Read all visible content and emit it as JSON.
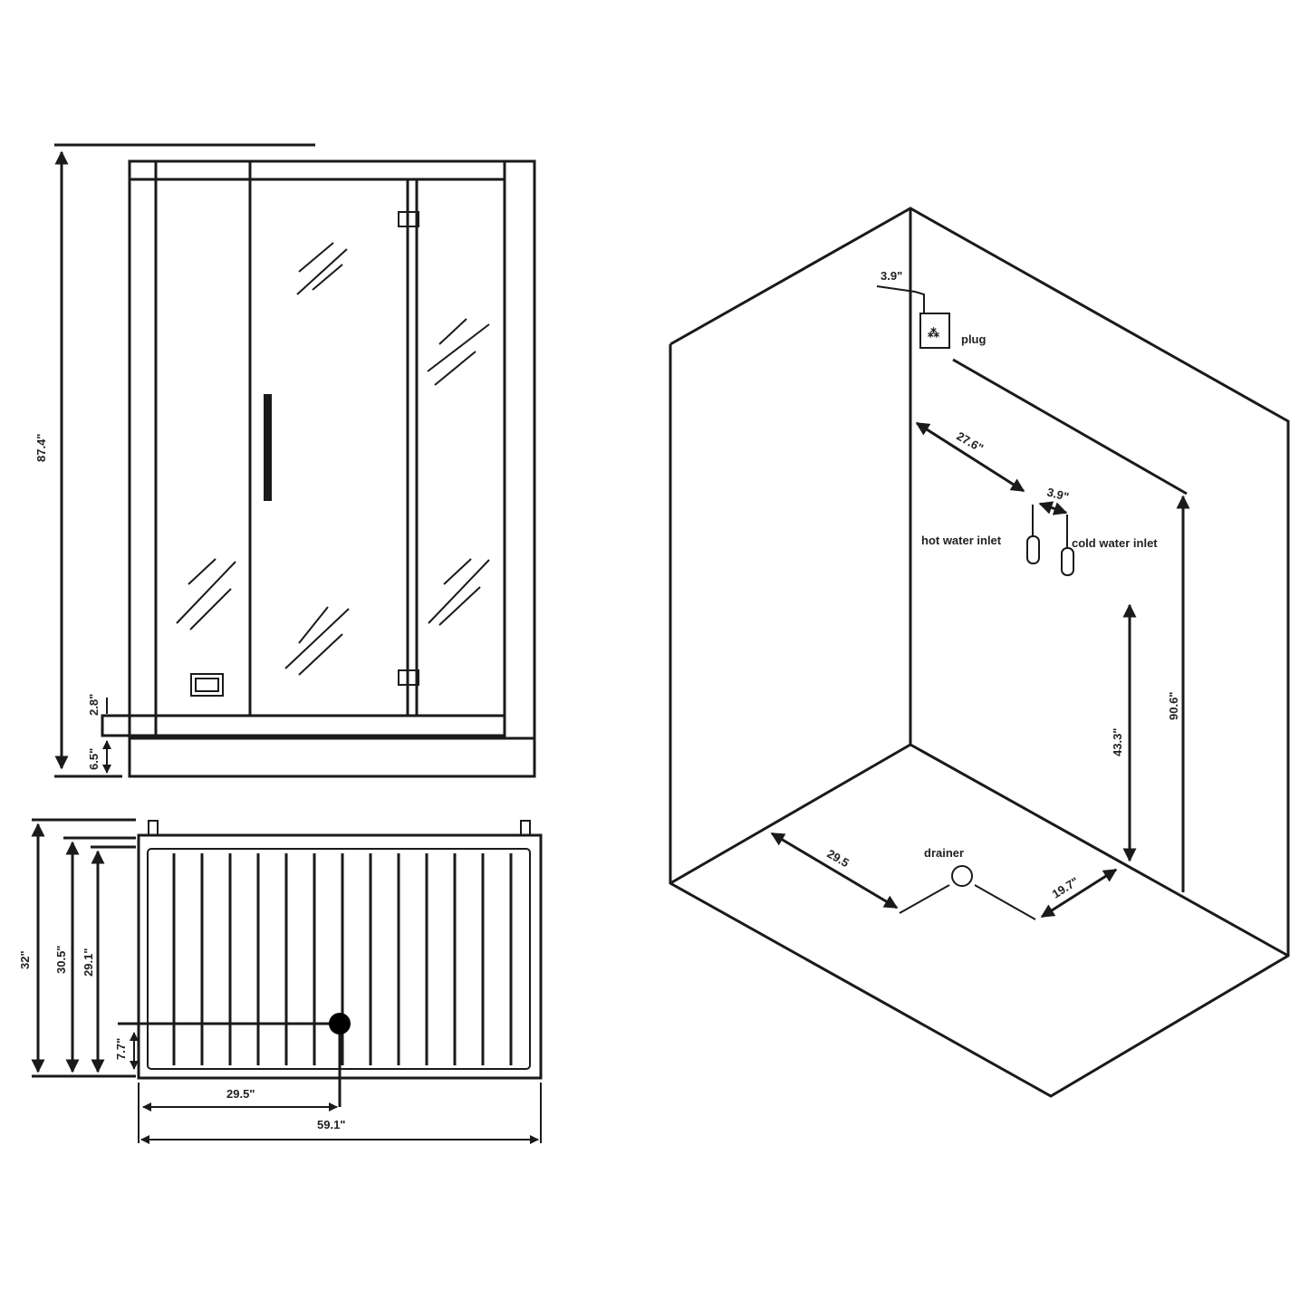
{
  "front_view": {
    "height": "87.4\"",
    "threshold_height": "2.8\"",
    "base_height": "6.5\""
  },
  "top_view": {
    "depth": "32\"",
    "inner_depth_1": "30.5\"",
    "inner_depth_2": "29.1\"",
    "drain_offset_depth": "7.7\"",
    "drain_offset_width": "29.5\"",
    "width": "59.1\""
  },
  "iso_view": {
    "plug_offset": "3.9\"",
    "plug_label": "plug",
    "inlet_distance": "27.6\"",
    "inlet_spacing": "3.9\"",
    "hot_label": "hot water inlet",
    "cold_label": "cold water inlet",
    "total_height": "90.6\"",
    "inlet_height": "43.3\"",
    "drainer_label": "drainer",
    "drainer_x": "29.5",
    "drainer_y": "19.7\""
  }
}
